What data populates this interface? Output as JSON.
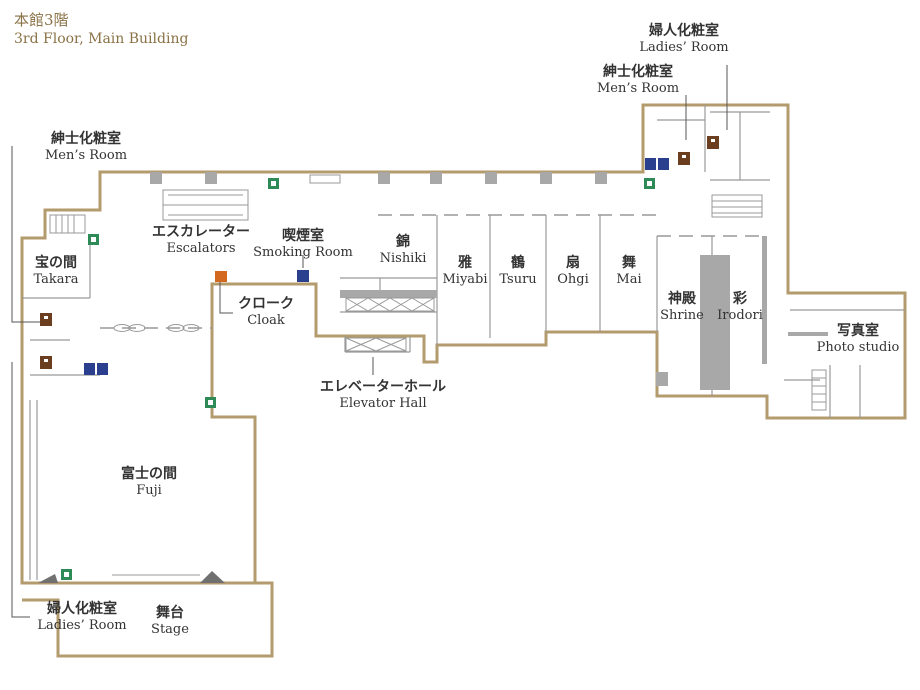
{
  "title": {
    "jp": "本館3階",
    "en": "3rd Floor, Main Building"
  },
  "colors": {
    "wall": "#b39b6d",
    "inner": "#999999",
    "grey_block": "#a8a8a8",
    "exit": "#2e8b57",
    "restroom": "#6b3e1f",
    "accessible": "#2b3f8f",
    "cloak": "#d2691e"
  },
  "rooms": [
    {
      "jp": "宝の間",
      "en": "Takara"
    },
    {
      "jp": "富士の間",
      "en": "Fuji"
    },
    {
      "jp": "舞台",
      "en": "Stage"
    },
    {
      "jp": "エスカレーター",
      "en": "Escalators"
    },
    {
      "jp": "喫煙室",
      "en": "Smoking Room"
    },
    {
      "jp": "錦",
      "en": "Nishiki"
    },
    {
      "jp": "雅",
      "en": "Miyabi"
    },
    {
      "jp": "鶴",
      "en": "Tsuru"
    },
    {
      "jp": "扇",
      "en": "Ohgi"
    },
    {
      "jp": "舞",
      "en": "Mai"
    },
    {
      "jp": "神殿",
      "en": "Shrine"
    },
    {
      "jp": "彩",
      "en": "Irodori"
    },
    {
      "jp": "写真室",
      "en": "Photo studio"
    },
    {
      "jp": "クローク",
      "en": "Cloak"
    },
    {
      "jp": "エレベーターホール",
      "en": "Elevator Hall"
    }
  ],
  "restrooms": [
    {
      "jp": "紳士化粧室",
      "en": "Men’s Room"
    },
    {
      "jp": "婦人化粧室",
      "en": "Ladies’ Room"
    },
    {
      "jp": "紳士化粧室",
      "en": "Men’s Room"
    },
    {
      "jp": "婦人化粧室",
      "en": "Ladies’ Room"
    }
  ],
  "icons": {
    "exit": "emergency-exit-icon",
    "male": "male-restroom-icon",
    "female": "female-restroom-icon",
    "accessible": "accessible-restroom-icon",
    "cloak": "cloakroom-icon",
    "smoking": "smoking-icon"
  }
}
